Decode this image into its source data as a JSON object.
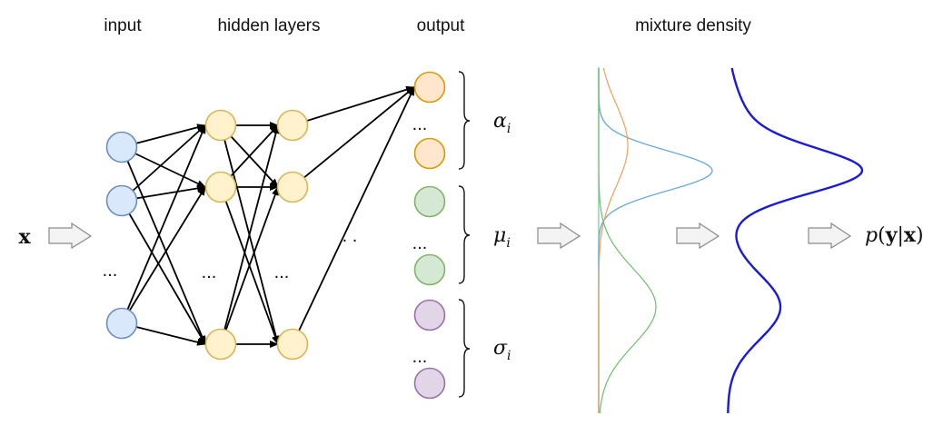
{
  "labels": {
    "input": "input",
    "hidden": "hidden layers",
    "output": "output",
    "mixture": "mixture density"
  },
  "ellipsis": "...",
  "ellipsis_spaced": ". .",
  "math": {
    "x": "x",
    "alpha": "α",
    "mu": "μ",
    "sigma": "σ",
    "sub_i": "i",
    "p": "p",
    "open": "(",
    "y": "y",
    "bar": "|",
    "close": ")"
  },
  "colors": {
    "input_fill": "#dae8fc",
    "input_stroke": "#6c8ebf",
    "hidden_fill": "#fff2cc",
    "hidden_stroke": "#d6b656",
    "alpha_fill": "#ffe6cc",
    "alpha_stroke": "#d79b00",
    "mu_fill": "#d5e8d4",
    "mu_stroke": "#82b366",
    "sigma_fill": "#e1d5e7",
    "sigma_stroke": "#9673a6",
    "component_blue": "#6aaed6",
    "component_orange": "#f0a05a",
    "component_green": "#6cc06a",
    "mixture_curve": "#1a1adc"
  }
}
